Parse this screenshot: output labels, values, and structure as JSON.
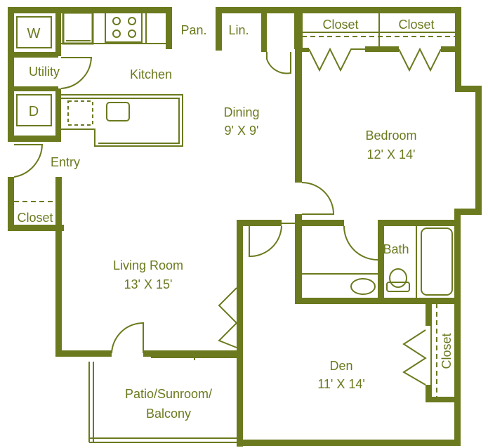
{
  "colors": {
    "ink": "#6b7a1e",
    "background": "#ffffff"
  },
  "rooms": {
    "kitchen": {
      "name": "Kitchen"
    },
    "utility": {
      "name": "Utility",
      "washer": "W",
      "dryer": "D"
    },
    "pantry": {
      "name": "Pan."
    },
    "linen": {
      "name": "Lin."
    },
    "dining": {
      "name": "Dining",
      "size": "9' X 9'"
    },
    "bedroom": {
      "name": "Bedroom",
      "size": "12' X 14'"
    },
    "bedroom_closet_left": {
      "name": "Closet"
    },
    "bedroom_closet_right": {
      "name": "Closet"
    },
    "entry": {
      "name": "Entry"
    },
    "entry_closet": {
      "name": "Closet"
    },
    "living_room": {
      "name": "Living Room",
      "size": "13' X 15'"
    },
    "bath": {
      "name": "Bath"
    },
    "den": {
      "name": "Den",
      "size": "11' X 14'"
    },
    "den_closet": {
      "name": "Closet"
    },
    "patio": {
      "name_line1": "Patio/Sunroom/",
      "name_line2": "Balcony"
    }
  }
}
